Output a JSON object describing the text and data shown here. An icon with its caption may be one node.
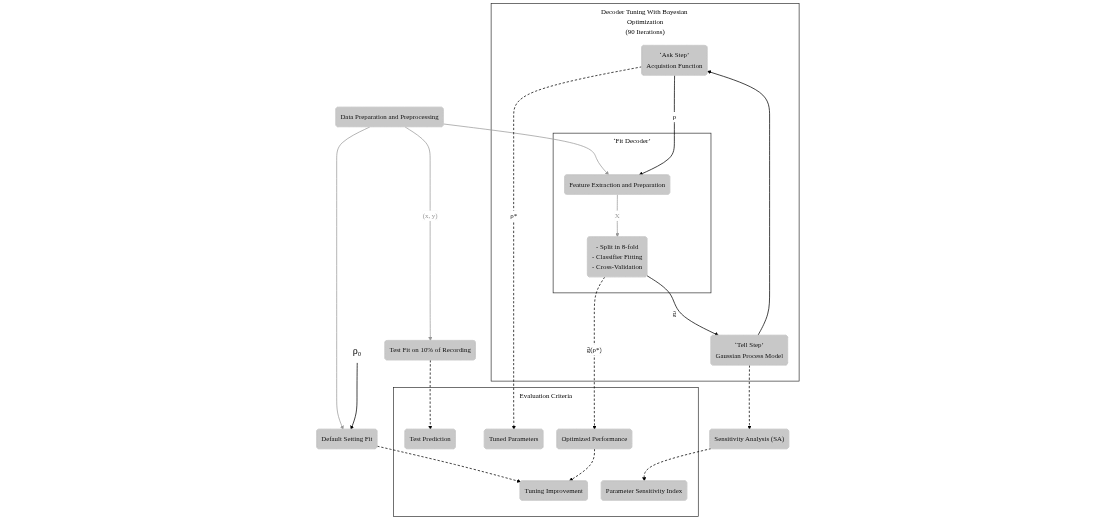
{
  "diagram": {
    "nodes": [
      {
        "text": [
          "Decoder Tuning With Bayesian Optimization",
          "(90 Iterations)"
        ]
      },
      {
        "text": [
          "Data Preparation and Preprocessing"
        ]
      },
      {
        "text": [
          "‘Ask Step’",
          "Acquistion Function"
        ],
        "in": 0
      },
      {
        "text": [
          "‘Tell Step’",
          "Gaussian Process Model"
        ],
        "in": 0
      },
      {
        "text": [
          "‘Fit Decoder’"
        ],
        "in": 0
      },
      {
        "text": [
          "Test Fit on 10% of Recording"
        ]
      },
      {
        "text": [
          "Default Setting Fit"
        ]
      },
      {
        "text": [
          "Feature Extraction and Preparation"
        ],
        "in": 4
      },
      {
        "text": [
          "- Split in 8-fold",
          "- Classifier Fitting",
          "- Cross-Validation"
        ],
        "in": 4
      },
      {
        "text": [
          "Sensitivity Analysis (SA)"
        ]
      },
      {
        "text": [
          "Evaluation Criteria"
        ]
      },
      {
        "text": [
          "Test Prediction"
        ],
        "in": 10
      },
      {
        "text": [
          "Tuning Improvement"
        ],
        "in": 10
      },
      {
        "text": [
          "Tuned Parameters"
        ],
        "in": 10
      },
      {
        "text": [
          "Optimized Performance"
        ],
        "in": 10
      },
      {
        "text": [
          "Parameter Sensitivity Index"
        ],
        "in": 10
      },
      {
        "text": [
          "ρ₀"
        ]
      }
    ],
    "edges": [
      {
        "from": 1,
        "to": 5,
        "arrow": "to",
        "label": "(x, y)",
        "color": "#999999"
      },
      {
        "from": 1,
        "to": 6,
        "arrow": "to",
        "color": "#999999"
      },
      {
        "from": 1,
        "to": 7,
        "arrow": "to",
        "color": "#999999"
      },
      {
        "from": 16,
        "to": 6,
        "arrow": "to"
      },
      {
        "from": 3,
        "to": 2,
        "arrow": "to"
      },
      {
        "from": 2,
        "to": 7,
        "arrow": "to",
        "label": "ρ"
      },
      {
        "from": 7,
        "to": 8,
        "arrow": "to",
        "label": "X",
        "color": "#999999"
      },
      {
        "from": 8,
        "to": 3,
        "arrow": "to",
        "label": "ḡ"
      },
      {
        "from": 3,
        "to": 9,
        "arrow": "to",
        "style": "dashed"
      },
      {
        "from": 5,
        "to": 11,
        "arrow": "to",
        "style": "dashed"
      },
      {
        "from": 6,
        "to": 12,
        "arrow": "to",
        "style": "dashed"
      },
      {
        "from": 2,
        "to": 13,
        "arrow": "to",
        "style": "dashed",
        "label": "ρ*"
      },
      {
        "from": 8,
        "to": 14,
        "arrow": "to",
        "style": "dashed",
        "label": "ḡ(ρ*)"
      },
      {
        "from": 9,
        "to": 15,
        "arrow": "to",
        "style": "dashed"
      },
      {
        "from": 14,
        "to": 12,
        "arrow": "to",
        "style": "dashed"
      }
    ]
  }
}
